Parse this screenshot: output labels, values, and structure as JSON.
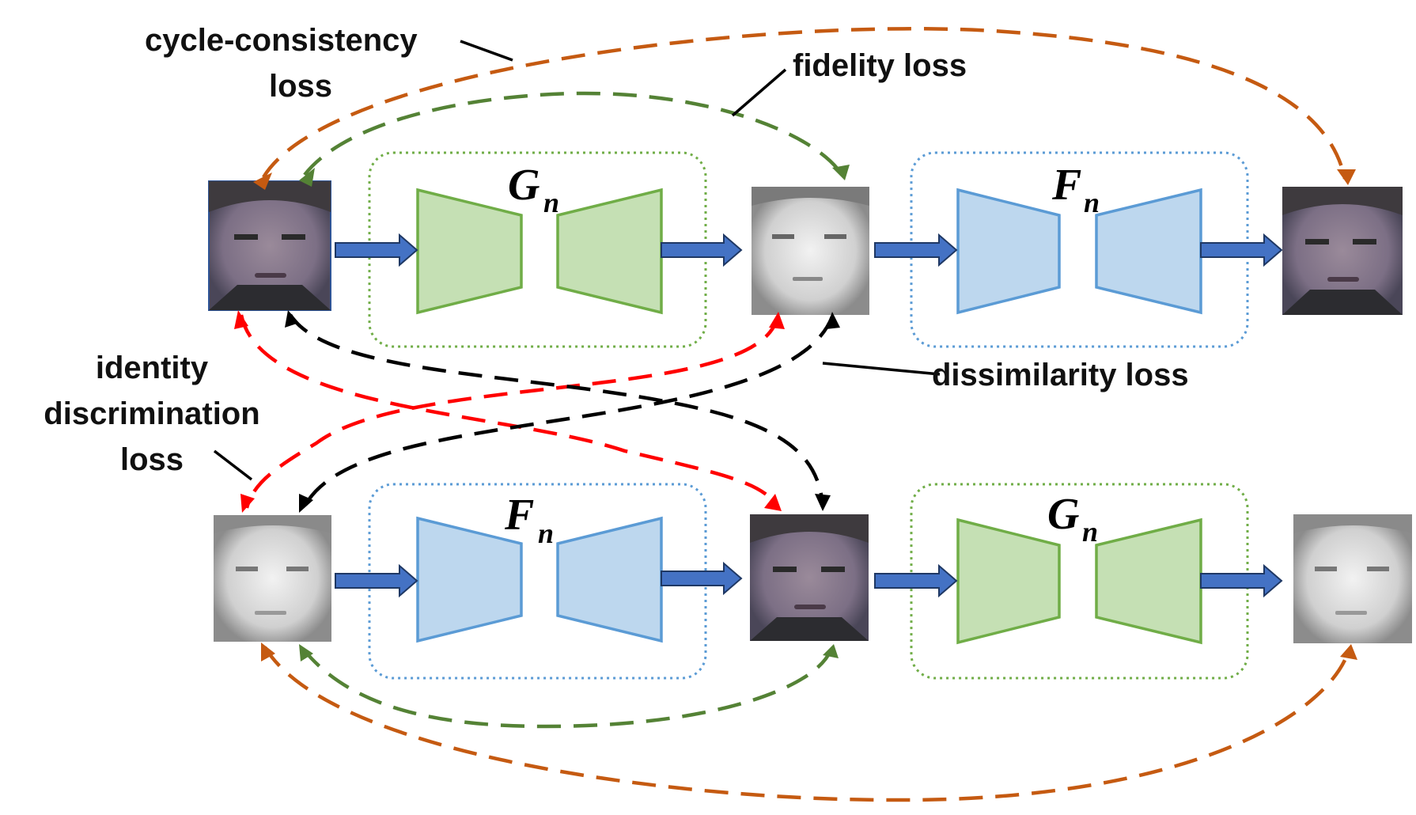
{
  "labels": {
    "cycle_line1": "cycle-consistency",
    "cycle_line2": "loss",
    "fidelity": "fidelity loss",
    "dissimilarity": "dissimilarity loss",
    "identity_line1": "identity",
    "identity_line2": "discrimination",
    "identity_line3": "loss"
  },
  "generators": {
    "top_first": {
      "name": "G",
      "sub": "n"
    },
    "top_second": {
      "name": "F",
      "sub": "n"
    },
    "bottom_first": {
      "name": "F",
      "sub": "n"
    },
    "bottom_second": {
      "name": "G",
      "sub": "n"
    }
  },
  "colors": {
    "cycle": "#c55a11",
    "fidelity": "#548235",
    "identity": "#ff0000",
    "dissimilarity": "#000000",
    "g_fill": "#c5e0b4",
    "g_stroke": "#70ad47",
    "f_fill": "#bdd7ee",
    "f_stroke": "#5b9bd5",
    "flow_arrow": "#4472c4"
  }
}
